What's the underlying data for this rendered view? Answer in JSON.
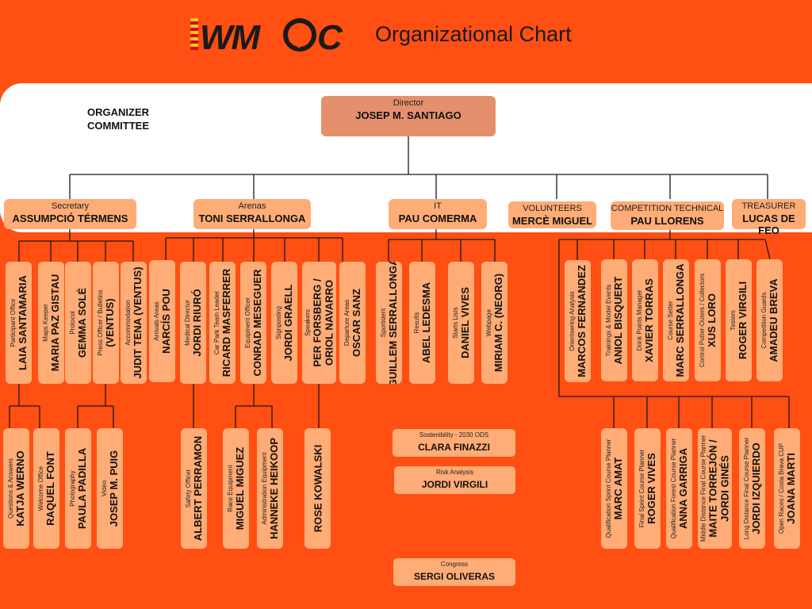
{
  "header": {
    "logo_text": "WMOC",
    "title": "Organizational Chart"
  },
  "organizer_label": "ORGANIZER\nCOMMITTEE",
  "colors": {
    "background": "#FF4F12",
    "box": "#FFAC76",
    "director_box": "#E4906C",
    "band": "#FFFFFF",
    "line": "#1A1A1A"
  },
  "director": {
    "role": "Director",
    "name": "JOSEP M. SANTIAGO"
  },
  "heads": [
    {
      "id": "secretary",
      "role": "Secretary",
      "name": "ASSUMPCIÓ TÉRMENS"
    },
    {
      "id": "arenas",
      "role": "Arenas",
      "name": "TONI SERRALLONGA"
    },
    {
      "id": "it",
      "role": "IT",
      "name": "PAU COMERMA"
    },
    {
      "id": "volunteers",
      "role": "VOLUNTEERS",
      "name": "MERCÈ MIGUEL"
    },
    {
      "id": "competition",
      "role": "COMPETITION TECHNICAL",
      "name": "PAU LLORENS"
    },
    {
      "id": "treasurer",
      "role": "TREASURER",
      "name": "LUCAS DE FEO"
    }
  ],
  "row1": [
    {
      "role": "Participant Office",
      "name": "LAIA SANTAMARIA"
    },
    {
      "role": "Maps Keeper",
      "name": "MARIA PAZ GISTAU"
    },
    {
      "role": "Protocol",
      "name": "GEMMA SOLÉ"
    },
    {
      "role": "Press Officer / Bulletins",
      "name": "(VENTUS)"
    },
    {
      "role": "Accommodation",
      "name": "JUDIT TENA (VENTUS)"
    },
    {
      "role": "Arrivals Areas",
      "name": "NARCÍS POU"
    },
    {
      "role": "Medical Director",
      "name": "JORDI RIURÓ"
    },
    {
      "role": "Car Park Team Leader",
      "name": "RICARD MASFERRER"
    },
    {
      "role": "Equipment Officer",
      "name": "CONRAD MESEGUER"
    },
    {
      "role": "Signposting",
      "name": "JORDI GRAELL"
    },
    {
      "role": "Speakers",
      "name": "PER FORSBERG /\nORIOL NAVARRO"
    },
    {
      "role": "Departure Areas",
      "name": "OSCAR SANZ"
    },
    {
      "role": "Sportident",
      "name": "GUILLEM SERRALLONGA"
    },
    {
      "role": "Results",
      "name": "ABEL LEDESMA"
    },
    {
      "role": "Starts Lists",
      "name": "DANIEL VIVES"
    },
    {
      "role": "Webpage",
      "name": "MIRIAM C. (NEORG)"
    },
    {
      "role": "Orienteering Analysis",
      "name": "MARCOS FERNANDEZ"
    },
    {
      "role": "Trainings & Model Events",
      "name": "ANIOL BISQUERT"
    },
    {
      "role": "Drink Points Manager",
      "name": "XAVIER TORRAS"
    },
    {
      "role": "Course Setter",
      "name": "MARC SERRALLONGA"
    },
    {
      "role": "Control Putter-Outers / Collectors",
      "name": "XUS LORO"
    },
    {
      "role": "Testers",
      "name": "ROGER VIRGILI"
    },
    {
      "role": "Competition Guards",
      "name": "AMADEU BREVA"
    }
  ],
  "row2": [
    {
      "role": "Questions & Answers",
      "name": "KATJA WERNO"
    },
    {
      "role": "Welcome Office",
      "name": "RAQUEL FONT"
    },
    {
      "role": "Photography",
      "name": "PAULA PADILLA"
    },
    {
      "role": "Video",
      "name": "JOSEP M. PUIG"
    },
    {
      "role": "Safety Officer",
      "name": "ALBERT PERRAMON"
    },
    {
      "role": "Race Equipment",
      "name": "MIGUEL MIGUEZ"
    },
    {
      "role": "Administration Equipment",
      "name": "HANNEKE HEIKOOP"
    },
    {
      "role": "",
      "name": "ROSE KOWALSKI"
    },
    {
      "role": "Qualification Sprint Course Planner",
      "name": "MARC AMAT"
    },
    {
      "role": "Final Sprint Course Planner",
      "name": "ROGER VIVES"
    },
    {
      "role": "Qualification Forest Course Planner",
      "name": "ANNA GARRIGA"
    },
    {
      "role": "Middle Distance Final Course Planner",
      "name": "MAITE TORREJÓN /\nJORDI GINÉS"
    },
    {
      "role": "Long Distance Final Course Planner",
      "name": "JORDI IZQUIERDO"
    },
    {
      "role": "Open Races / Costa Brava CUP",
      "name": "JOANA MARTI"
    }
  ],
  "center_boxes": [
    {
      "role": "Sostenibility - 2030 ODS",
      "name": "CLARA FINAZZI"
    },
    {
      "role": "Risk Analysis",
      "name": "JORDI VIRGILI"
    },
    {
      "role": "Congress",
      "name": "SERGI OLIVERAS"
    }
  ]
}
